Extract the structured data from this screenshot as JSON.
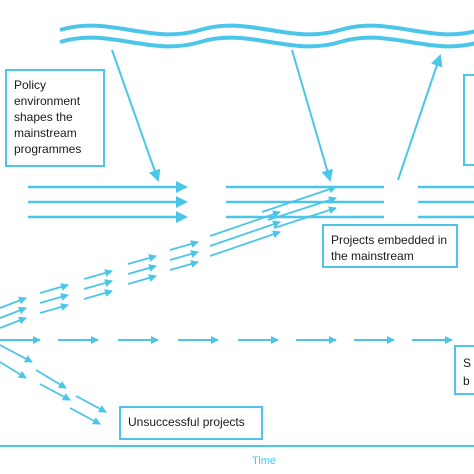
{
  "labels": {
    "policy_box": "Policy environment shapes the mainstream programmes",
    "embedded_box": "Projects embedded in the mainstream",
    "unsuccessful_box": "Unsuccessful projects",
    "time_axis": "Time",
    "edge_right_line1": "S",
    "edge_right_line2": "b"
  },
  "colors": {
    "stroke": "#4cc6e8",
    "text": "#1a1a1a"
  }
}
